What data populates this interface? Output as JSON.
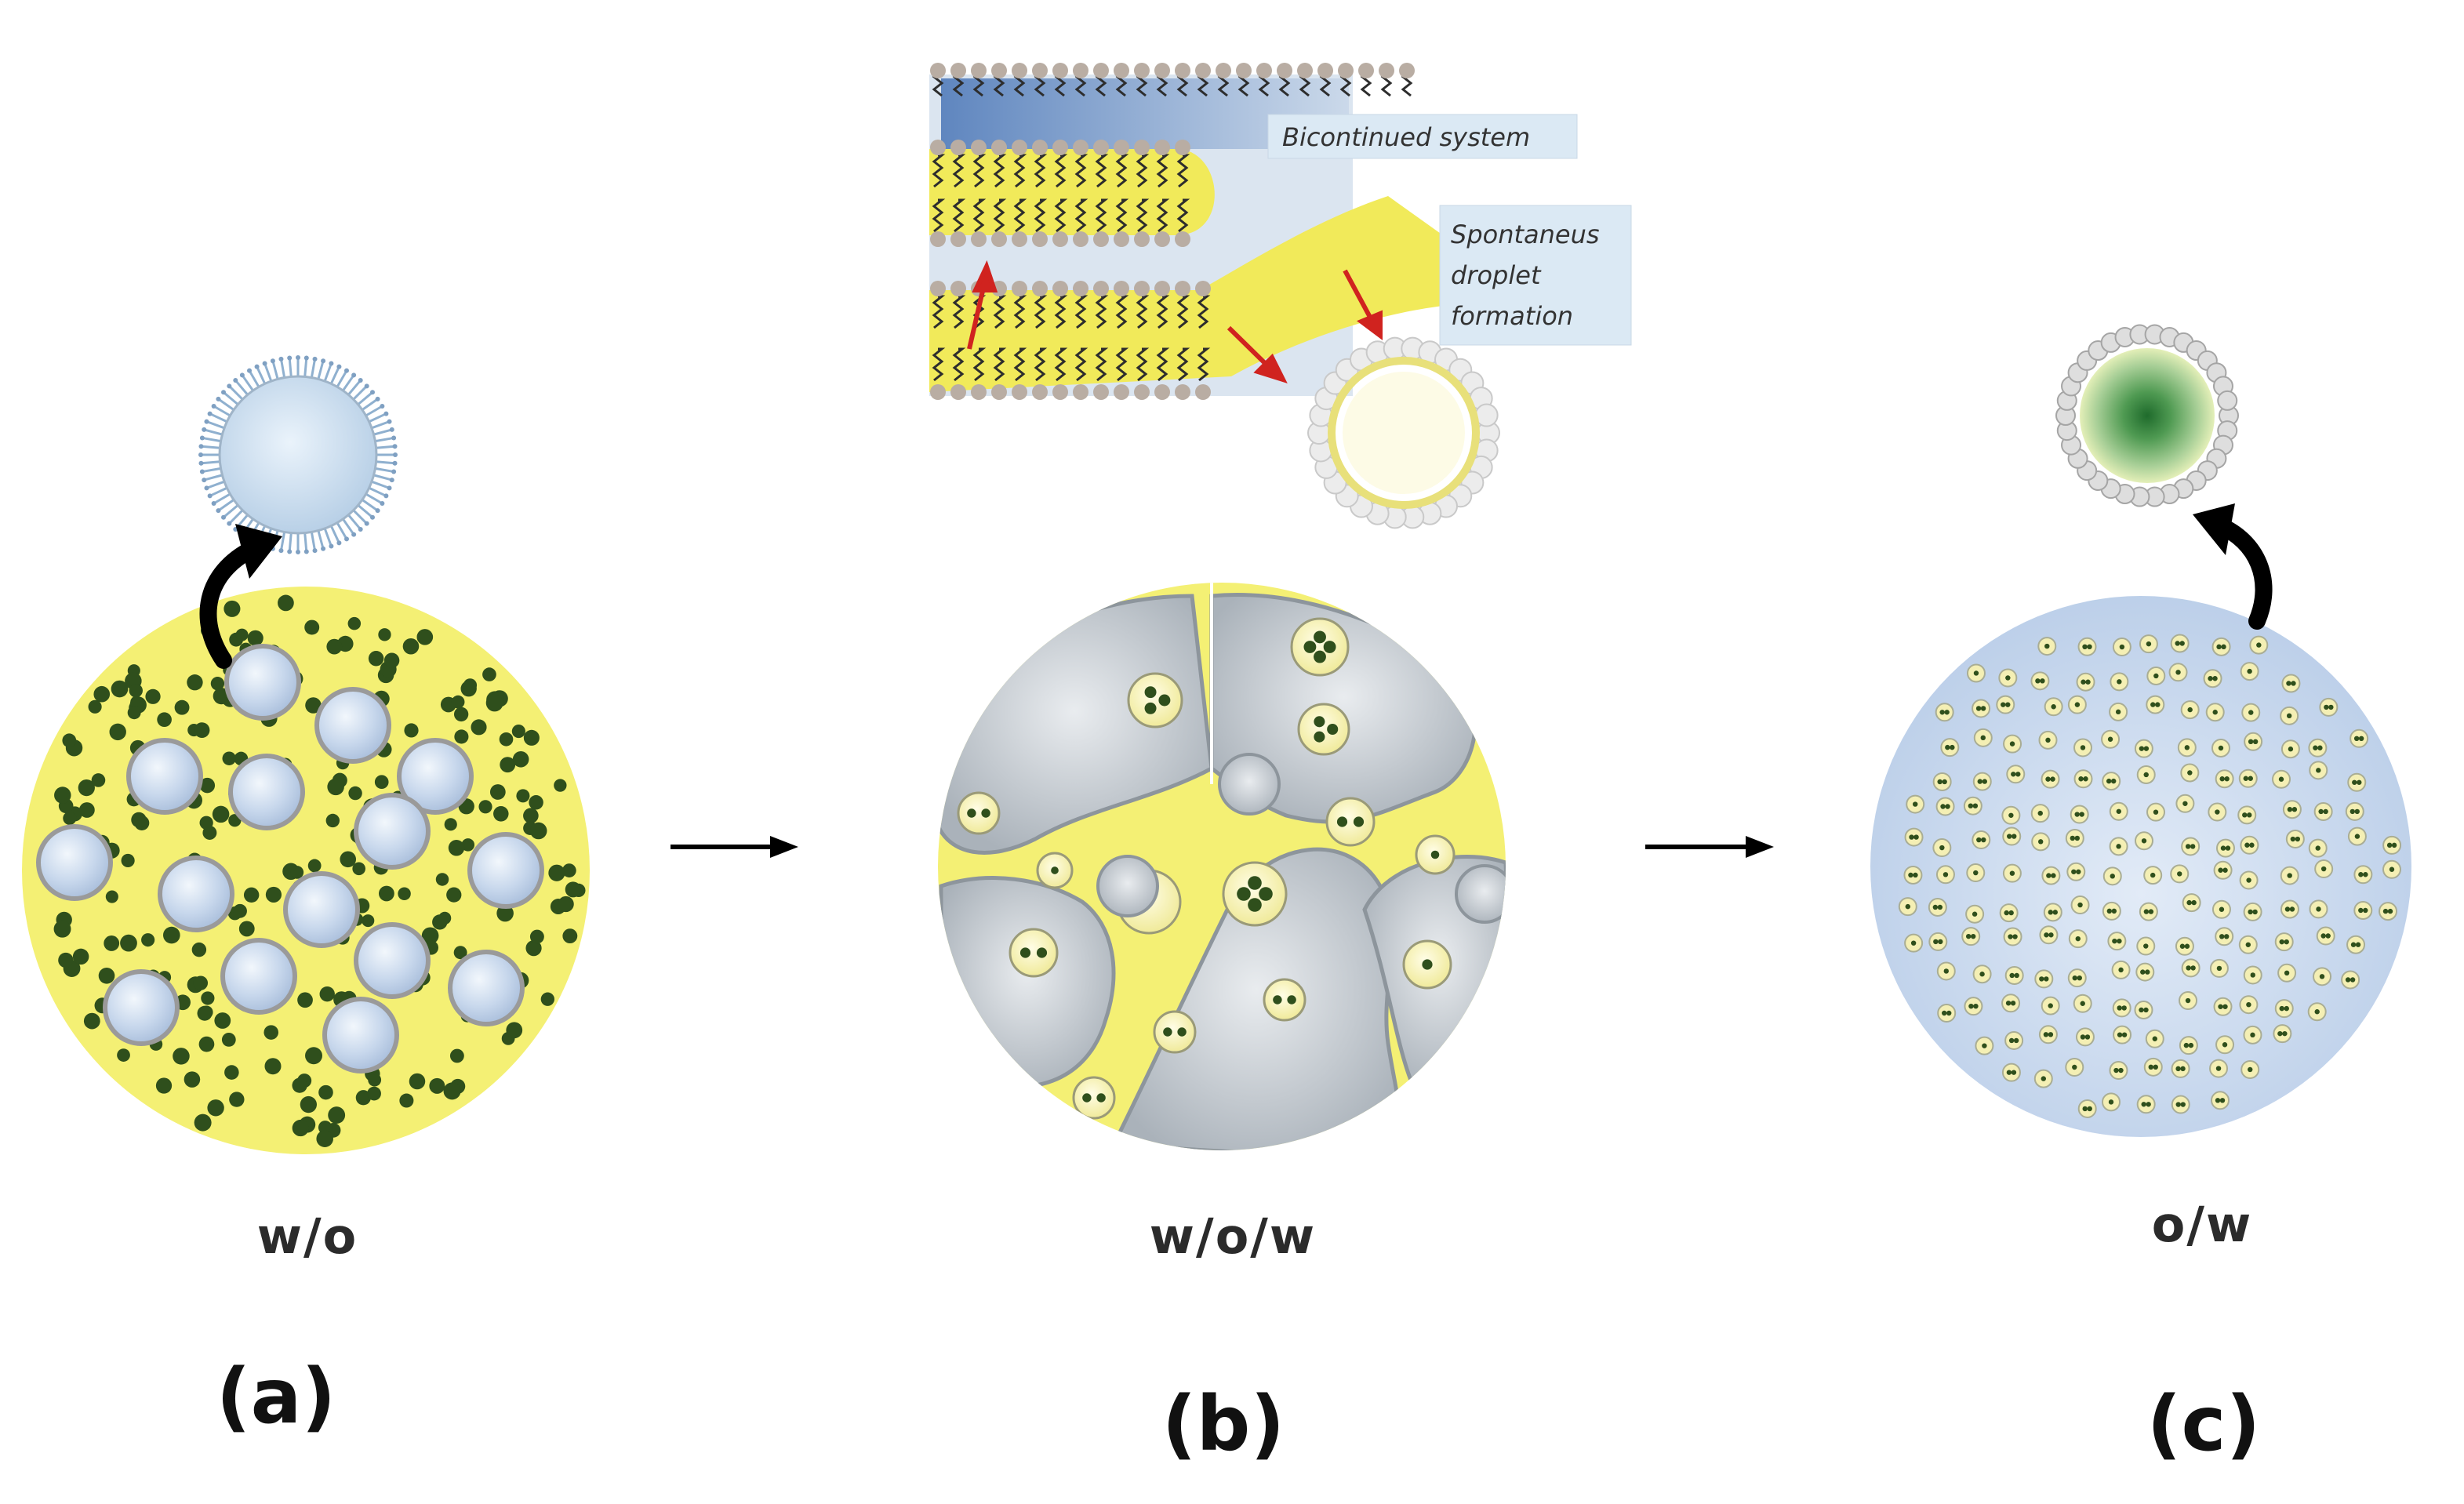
{
  "figure": {
    "inset_boxes": {
      "bicontinued": "Bicontinued system",
      "spontaneous": [
        "Spontaneus",
        "droplet",
        "formation"
      ]
    },
    "phase_labels": {
      "a": "w/o",
      "b": "w/o/w",
      "c": "o/w"
    },
    "panel_labels": {
      "a": "(a)",
      "b": "(b)",
      "c": "(c)"
    },
    "colors": {
      "oil_yellow": "#f4f074",
      "water_blue": "#c6d9ef",
      "grey_water": "#b9bfc6",
      "drug_green": "#2f4f1c",
      "arrow_red": "#d0231f"
    }
  }
}
